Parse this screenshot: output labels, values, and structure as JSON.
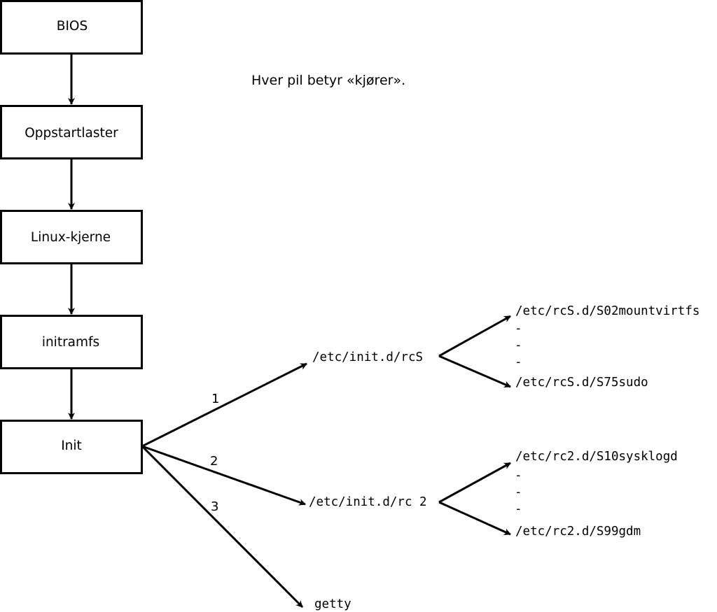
{
  "note": "Hver pil betyr «kjører».",
  "boot_chain": [
    {
      "label": "BIOS"
    },
    {
      "label": "Oppstartlaster"
    },
    {
      "label": "Linux-kjerne"
    },
    {
      "label": "initramfs"
    },
    {
      "label": "Init"
    }
  ],
  "branches": {
    "rcS": {
      "edge_label": "1",
      "target": "/etc/init.d/rcS",
      "first": "/etc/rcS.d/S02mountvirtfs",
      "dots": [
        "-",
        "-",
        "-"
      ],
      "last": "/etc/rcS.d/S75sudo"
    },
    "rc2": {
      "edge_label": "2",
      "target": "/etc/init.d/rc 2",
      "first": "/etc/rc2.d/S10sysklogd",
      "dots": [
        "-",
        "-",
        "-"
      ],
      "last": "/etc/rc2.d/S99gdm"
    },
    "getty": {
      "edge_label": "3",
      "target": "getty"
    }
  }
}
